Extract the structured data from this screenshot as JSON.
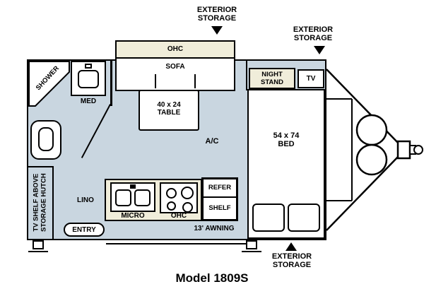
{
  "title": "Model 1809S",
  "colors": {
    "floor": "#c9d6e0",
    "cabinet": "#f0edda",
    "outline": "#000000"
  },
  "annotations": {
    "exterior_storage_top": "EXTERIOR\nSTORAGE",
    "exterior_storage_right": "EXTERIOR\nSTORAGE",
    "exterior_storage_bottom": "EXTERIOR\nSTORAGE",
    "awning": "13' AWNING"
  },
  "labels": {
    "shower": "SHOWER",
    "med": "MED",
    "ohc_top": "OHC",
    "sofa": "SOFA",
    "night_stand": "NIGHT\nSTAND",
    "tv": "TV",
    "table": "40 x 24\nTABLE",
    "ac": "A/C",
    "bed": "54 x 74\nBED",
    "hutch": "TV SHELF ABOVE\nSTORAGE HUTCH",
    "lino": "LINO",
    "micro": "MICRO",
    "ohc_bottom": "OHC",
    "refer": "REFER",
    "shelf": "SHELF",
    "entry": "ENTRY"
  }
}
